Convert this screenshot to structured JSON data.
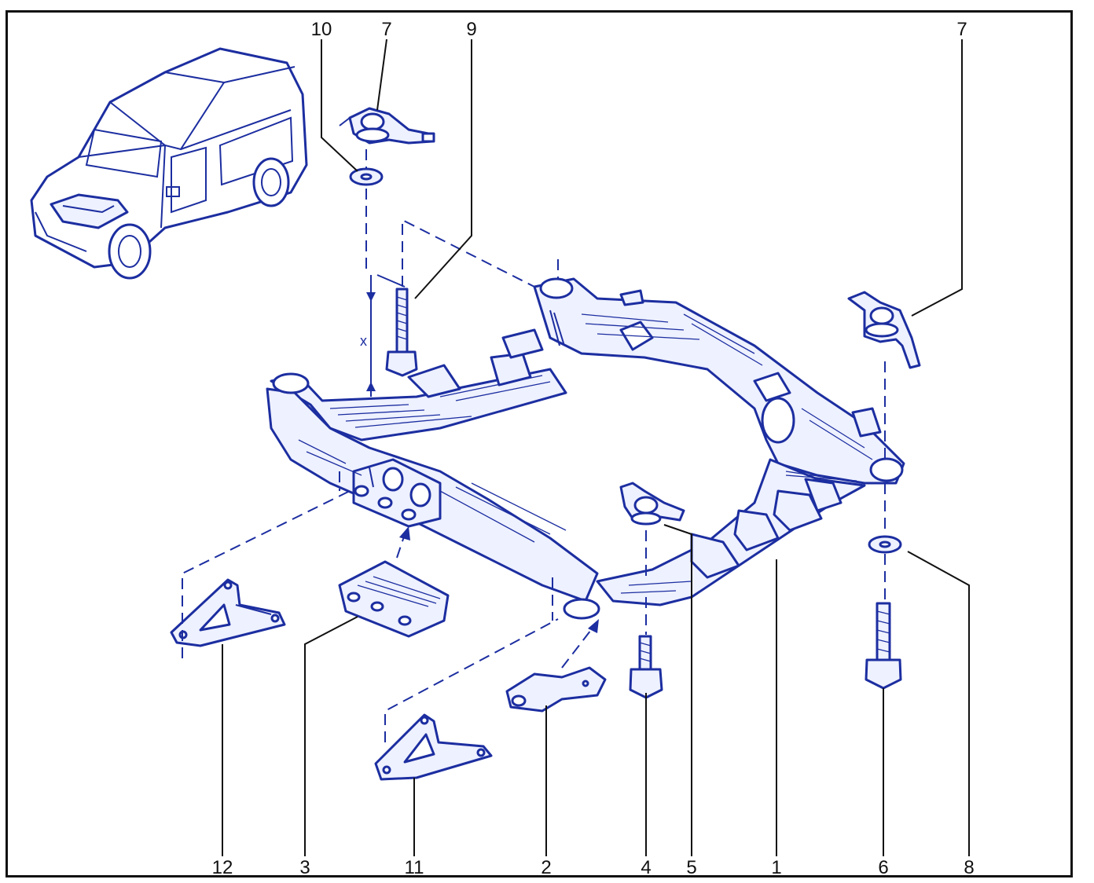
{
  "callouts": [
    {
      "id": "10",
      "text": "10"
    },
    {
      "id": "7a",
      "text": "7"
    },
    {
      "id": "9",
      "text": "9"
    },
    {
      "id": "7b",
      "text": "7"
    },
    {
      "id": "12",
      "text": "12"
    },
    {
      "id": "3",
      "text": "3"
    },
    {
      "id": "11",
      "text": "11"
    },
    {
      "id": "2",
      "text": "2"
    },
    {
      "id": "4",
      "text": "4"
    },
    {
      "id": "5",
      "text": "5"
    },
    {
      "id": "1",
      "text": "1"
    },
    {
      "id": "6",
      "text": "6"
    },
    {
      "id": "8",
      "text": "8"
    }
  ],
  "dimension_label": "x",
  "colors": {
    "line": "#1c2ea0",
    "fill": "#eef1ff",
    "text": "#111111",
    "frame": "#111111"
  }
}
